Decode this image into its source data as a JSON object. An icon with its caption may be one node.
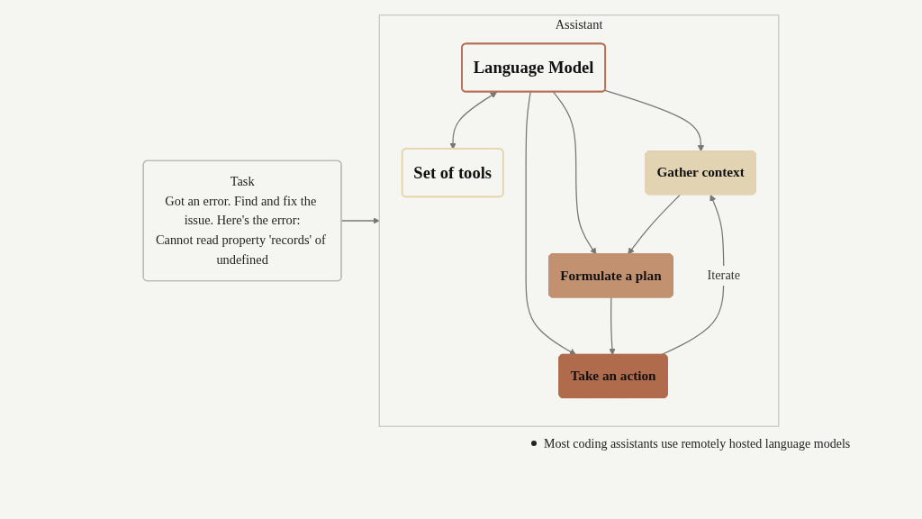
{
  "diagram": {
    "nodes": [
      {
        "text": [
          "Task",
          "Got an error. Find and fix the issue. Here's the error:",
          "Cannot read property 'records' of undefined"
        ]
      },
      {
        "text": [
          "Assistant"
        ]
      },
      {
        "text": [
          "Language Model"
        ],
        "in": 1
      },
      {
        "text": [
          "Set of tools"
        ],
        "in": 1
      },
      {
        "text": [
          "Gather context"
        ],
        "in": 1
      },
      {
        "text": [
          "Formulate a plan"
        ],
        "in": 1
      },
      {
        "text": [
          "Take an action"
        ],
        "in": 1
      }
    ],
    "edges": [
      {
        "from": 0,
        "to": 1,
        "arrow": "to"
      },
      {
        "from": 2,
        "to": 3,
        "arrow": "both"
      },
      {
        "from": 2,
        "to": 4,
        "arrow": "to"
      },
      {
        "from": 2,
        "to": 5,
        "arrow": "to"
      },
      {
        "from": 2,
        "to": 6,
        "arrow": "to"
      },
      {
        "from": 4,
        "to": 5,
        "arrow": "to"
      },
      {
        "from": 5,
        "to": 6,
        "arrow": "to"
      },
      {
        "from": 6,
        "to": 4,
        "label": "Iterate",
        "arrow": "to"
      }
    ],
    "labels": [
      "Most coding assistants use remotely hosted language models"
    ]
  }
}
